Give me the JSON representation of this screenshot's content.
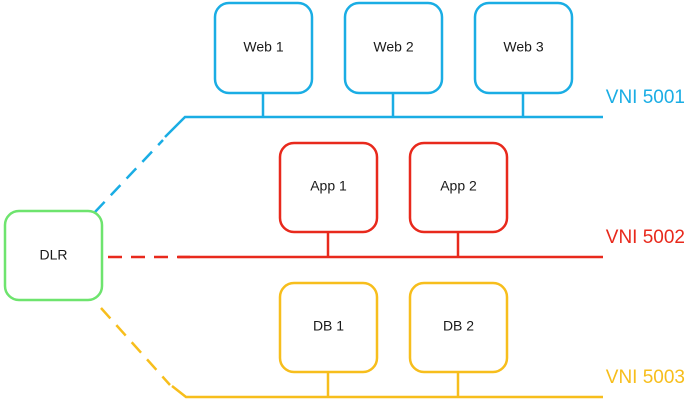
{
  "colors": {
    "web": "#1aade4",
    "app": "#e8291c",
    "db": "#f7be1c",
    "dlr": "#6ee46e",
    "text": "#1a1a1a"
  },
  "dlr": {
    "label": "DLR"
  },
  "segments": {
    "web": {
      "vni_label": "VNI 5001",
      "nodes": [
        {
          "label": "Web 1"
        },
        {
          "label": "Web 2"
        },
        {
          "label": "Web 3"
        }
      ]
    },
    "app": {
      "vni_label": "VNI 5002",
      "nodes": [
        {
          "label": "App 1"
        },
        {
          "label": "App 2"
        }
      ]
    },
    "db": {
      "vni_label": "VNI 5003",
      "nodes": [
        {
          "label": "DB 1"
        },
        {
          "label": "DB 2"
        }
      ]
    }
  }
}
